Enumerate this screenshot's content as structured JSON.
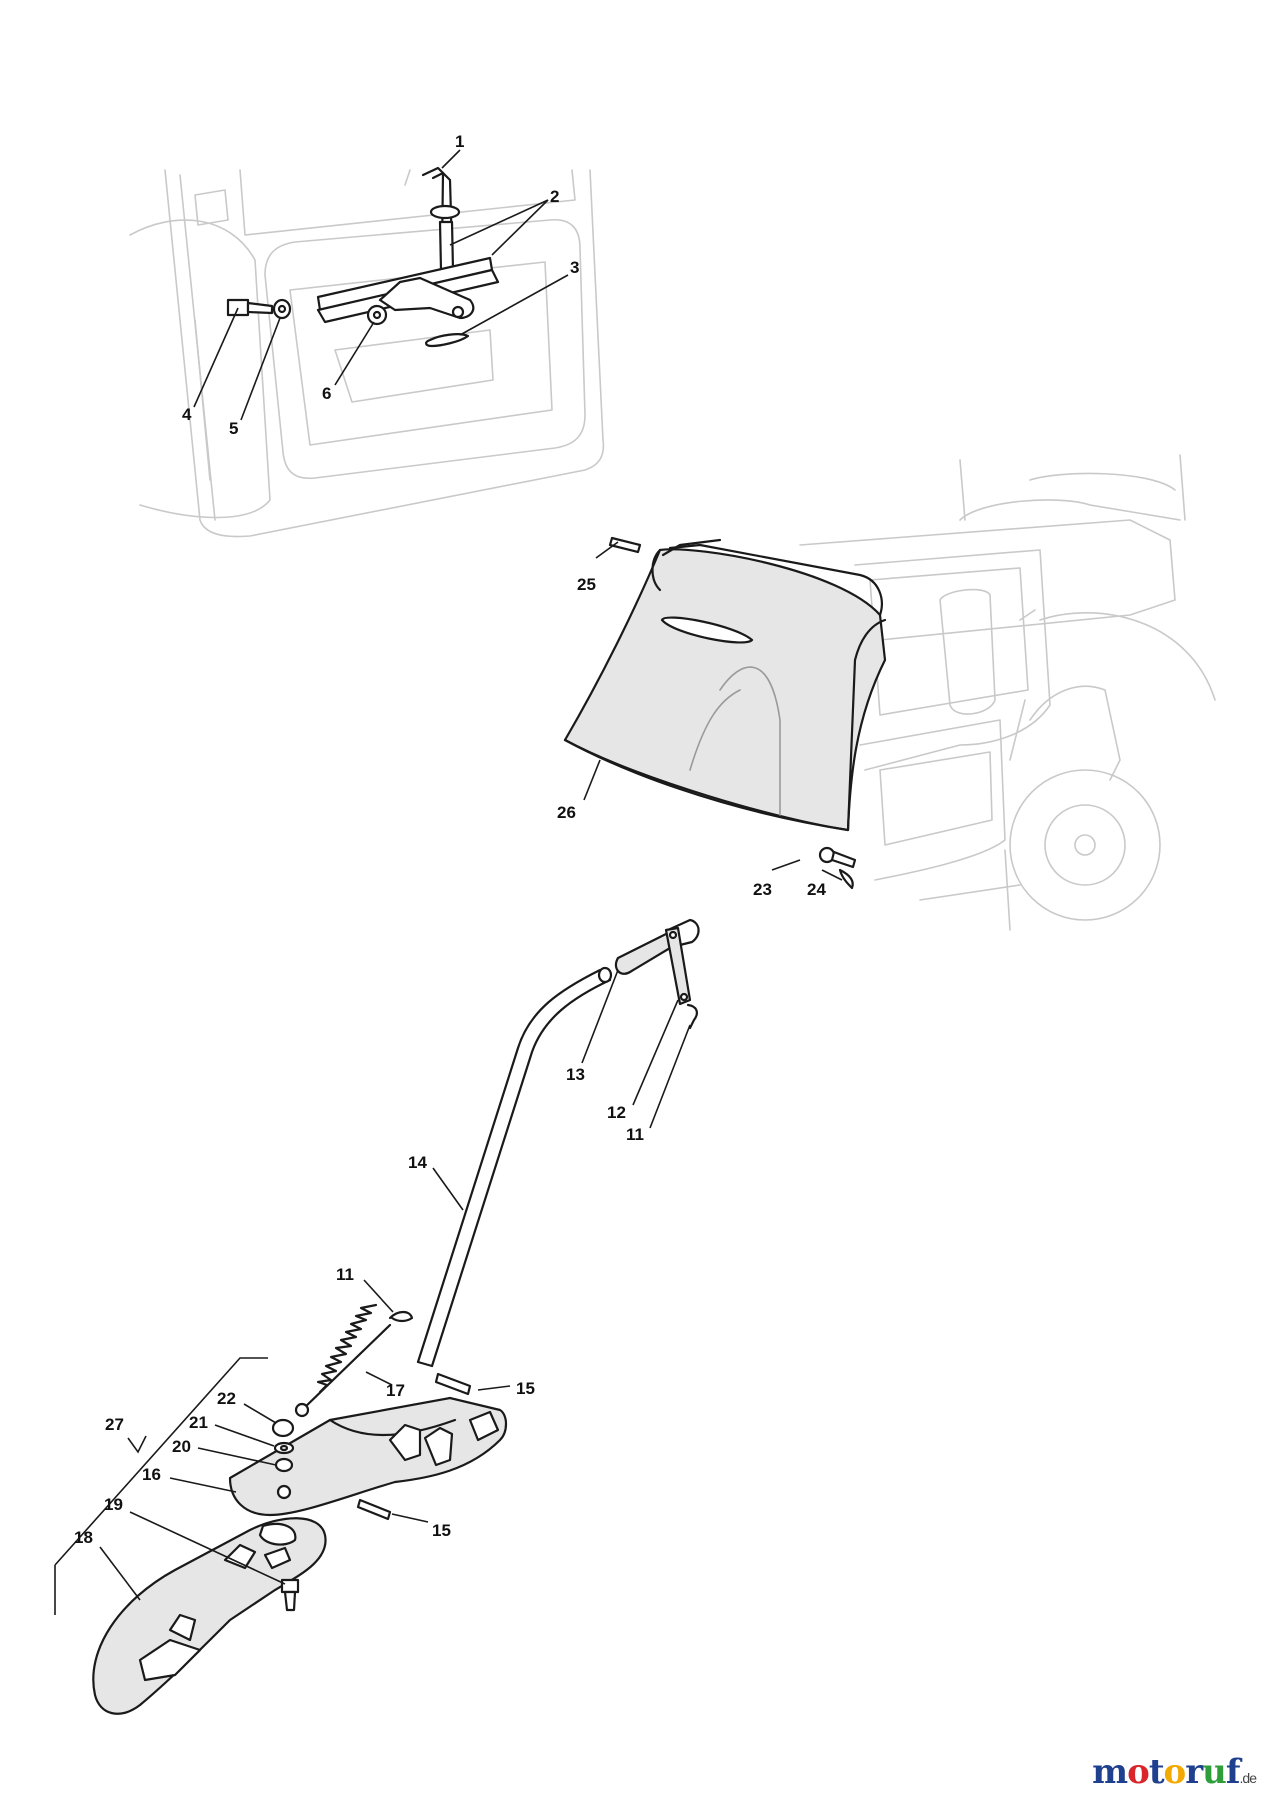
{
  "diagram": {
    "callouts": [
      "1",
      "2",
      "3",
      "4",
      "5",
      "6",
      "25",
      "26",
      "23",
      "24",
      "13",
      "12",
      "11",
      "14",
      "11",
      "17",
      "15",
      "22",
      "21",
      "20",
      "27",
      "16",
      "15",
      "19",
      "18"
    ]
  },
  "brand": {
    "letters": [
      {
        "char": "m",
        "color": "#1f3f8f"
      },
      {
        "char": "o",
        "color": "#d9262c"
      },
      {
        "char": "t",
        "color": "#1f3f8f"
      },
      {
        "char": "o",
        "color": "#f2a900"
      },
      {
        "char": "r",
        "color": "#1f3f8f"
      },
      {
        "char": "u",
        "color": "#2e9e3a"
      },
      {
        "char": "f",
        "color": "#1f3f8f"
      }
    ],
    "suffix": ".de"
  }
}
